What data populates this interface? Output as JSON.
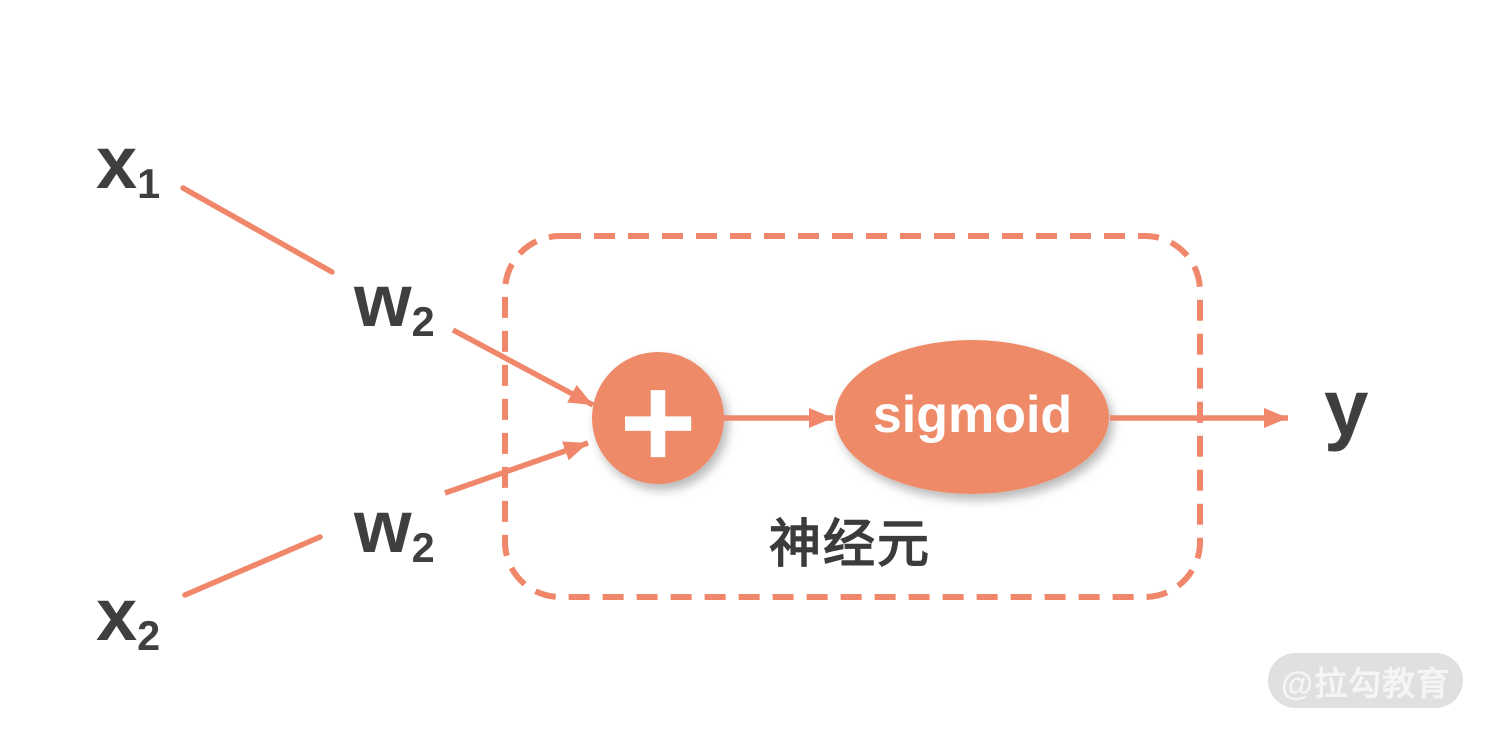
{
  "diagram": {
    "inputs": [
      {
        "base": "x",
        "sub": "1"
      },
      {
        "base": "x",
        "sub": "2"
      }
    ],
    "weights": [
      {
        "base": "w",
        "sub": "2"
      },
      {
        "base": "w",
        "sub": "2"
      }
    ],
    "sum_node": {
      "symbol": "+"
    },
    "activation_node": {
      "label": "sigmoid"
    },
    "group_label": "神经元",
    "output_label": "y",
    "watermark": "@拉勾教育",
    "colors": {
      "accent": "#F0876A",
      "node_fill": "#EE8A67",
      "label_text": "#3F3F3F",
      "node_text": "#FFFFFF",
      "watermark_bg": "#E0E0E0",
      "watermark_text": "#F5F5F5"
    }
  }
}
